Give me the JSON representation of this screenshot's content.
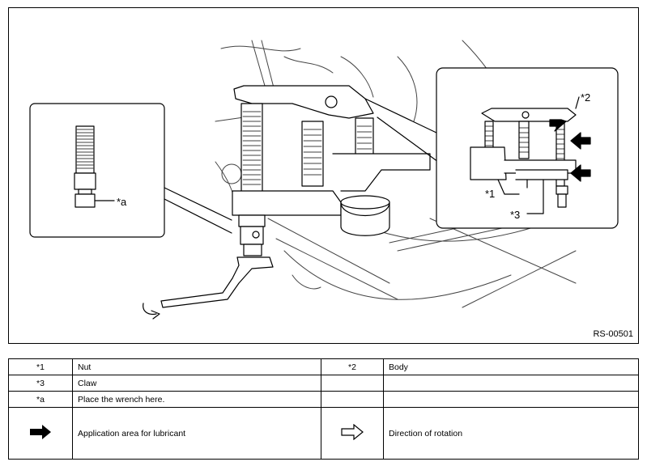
{
  "figure": {
    "code": "RS-00501",
    "callouts": {
      "nut": "*1",
      "body": "*2",
      "claw": "*3",
      "wrench_place": "*a"
    }
  },
  "legend": {
    "rows": [
      {
        "key": "*1",
        "desc": "Nut",
        "key2": "*2",
        "desc2": "Body"
      },
      {
        "key": "*3",
        "desc": "Claw",
        "key2": "",
        "desc2": ""
      },
      {
        "key": "*a",
        "desc": "Place the wrench here.",
        "key2": "",
        "desc2": ""
      }
    ],
    "symbols": {
      "lubricant_icon": "solid-arrow-icon",
      "lubricant_desc": "Application area for lubricant",
      "rotation_icon": "outline-arrow-icon",
      "rotation_desc": "Direction of rotation"
    }
  }
}
